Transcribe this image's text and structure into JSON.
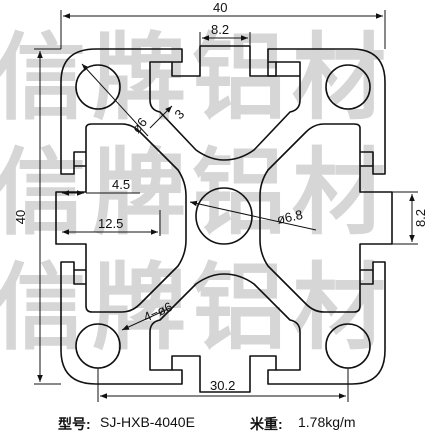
{
  "watermark": {
    "chars": [
      "信",
      "牌",
      "铝",
      "材"
    ]
  },
  "dimensions": {
    "overall_width": "40",
    "overall_height": "40",
    "slot_top": "8.2",
    "slot_right": "8.2",
    "wall": "3",
    "corner_hole": "ø6",
    "center_hole": "ø6.8",
    "lip": "4.5",
    "depth": "12.5",
    "bottom_holes": "4−ø6",
    "hole_spacing": "30.2"
  },
  "footer": {
    "model_label": "型号:",
    "model_value": "SJ-HXB-4040E",
    "weight_label": "米重:",
    "weight_value": "1.78kg/m"
  }
}
